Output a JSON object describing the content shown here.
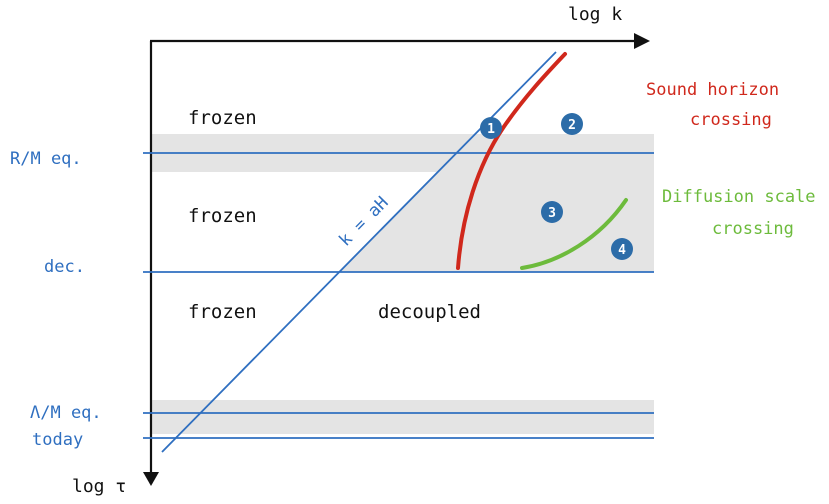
{
  "axes": {
    "x_label": "log k",
    "y_label": "log τ"
  },
  "epochs": [
    {
      "label": "R/M eq."
    },
    {
      "label": "dec."
    },
    {
      "label": "Λ/M eq."
    },
    {
      "label": "today"
    }
  ],
  "regions": {
    "frozen_top": "frozen",
    "frozen_middle": "frozen",
    "frozen_bottom": "frozen",
    "decoupled": "decoupled"
  },
  "horizon_line_label": "k = aH",
  "markers": [
    "1",
    "2",
    "3",
    "4"
  ],
  "annotations": {
    "sound_horizon": [
      "Sound horizon",
      "crossing"
    ],
    "diffusion_scale": [
      "Diffusion scale",
      "crossing"
    ]
  },
  "colors": {
    "axis": "#111111",
    "epoch_line": "#2f6fc0",
    "band": "#e4e4e4",
    "sound_horizon_curve": "#d0281c",
    "diffusion_curve": "#6dbb3c",
    "marker_fill": "#2c6ca8",
    "label_blue": "#2f6fc0"
  }
}
